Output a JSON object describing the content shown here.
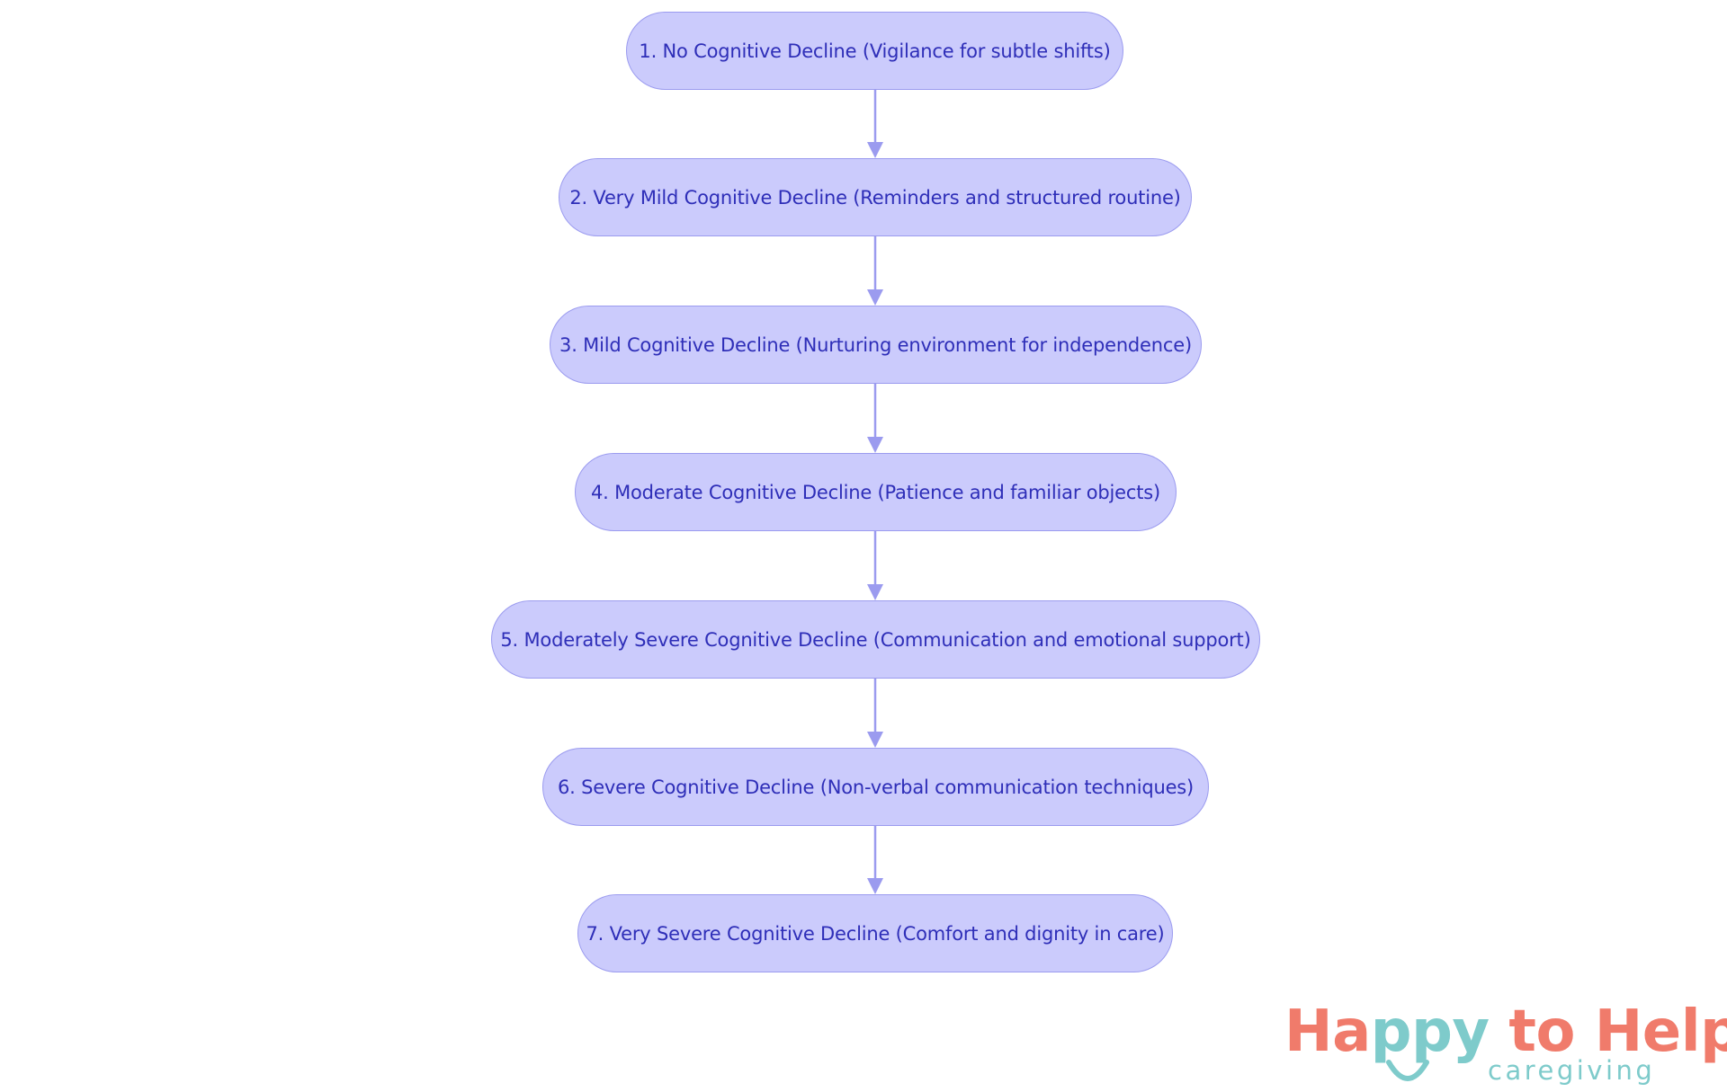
{
  "diagram": {
    "nodes": [
      {
        "label": "1. No Cognitive Decline (Vigilance for subtle shifts)"
      },
      {
        "label": "2. Very Mild Cognitive Decline (Reminders and structured routine)"
      },
      {
        "label": "3. Mild Cognitive Decline (Nurturing environment for independence)"
      },
      {
        "label": "4. Moderate Cognitive Decline (Patience and familiar objects)"
      },
      {
        "label": "5. Moderately Severe Cognitive Decline (Communication and emotional support)"
      },
      {
        "label": "6. Severe Cognitive Decline (Non-verbal communication techniques)"
      },
      {
        "label": "7. Very Severe Cognitive Decline (Comfort and dignity in care)"
      }
    ],
    "edges": [
      {
        "from": 0,
        "to": 1
      },
      {
        "from": 1,
        "to": 2
      },
      {
        "from": 2,
        "to": 3
      },
      {
        "from": 3,
        "to": 4
      },
      {
        "from": 4,
        "to": 5
      },
      {
        "from": 5,
        "to": 6
      }
    ]
  },
  "logo": {
    "main_part1": "Ha",
    "main_part2": "ppy",
    "main_part3": " to Help",
    "sub": "caregiving"
  },
  "colors": {
    "node_fill": "#CBCBFC",
    "node_border": "#9B9BEF",
    "node_text": "#2E2EB8",
    "edge": "#9B9BEF",
    "logo_coral": "#F07B6B",
    "logo_teal": "#7ECBCB"
  }
}
